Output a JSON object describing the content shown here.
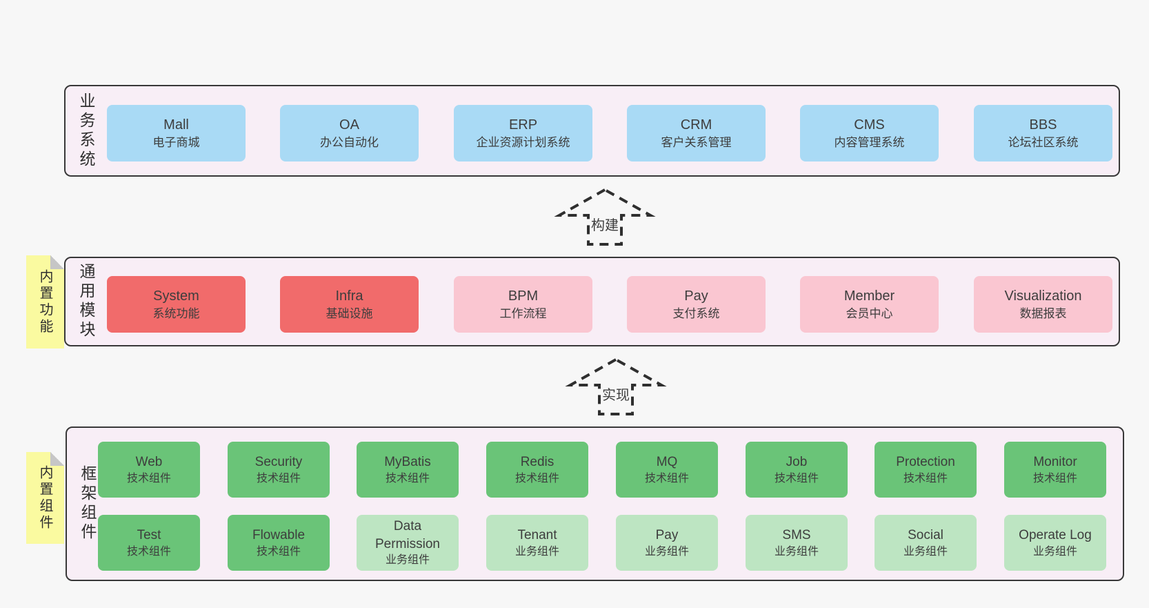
{
  "palette": {
    "page_bg": "#f7f7f7",
    "panel_bg": "#f8eef6",
    "panel_border": "#383838",
    "blue": "#a9daf5",
    "red": "#f16b6b",
    "pink": "#fac6d1",
    "green": "#6ac478",
    "green_light": "#bde5c2",
    "sticky_yellow": "#fafaa0",
    "sticky_fold_gray": "#c6c6c6",
    "text": "#3d3d3d"
  },
  "arrows": [
    {
      "label": "构建"
    },
    {
      "label": "实现"
    }
  ],
  "sections": {
    "business": {
      "label": "业务系统",
      "boxes": [
        {
          "en": "Mall",
          "cn": "电子商城",
          "variant": "blue"
        },
        {
          "en": "OA",
          "cn": "办公自动化",
          "variant": "blue"
        },
        {
          "en": "ERP",
          "cn": "企业资源计划系统",
          "variant": "blue"
        },
        {
          "en": "CRM",
          "cn": "客户关系管理",
          "variant": "blue"
        },
        {
          "en": "CMS",
          "cn": "内容管理系统",
          "variant": "blue"
        },
        {
          "en": "BBS",
          "cn": "论坛社区系统",
          "variant": "blue"
        }
      ]
    },
    "modules": {
      "label": "通用模块",
      "sticky": "内置功能",
      "boxes": [
        {
          "en": "System",
          "cn": "系统功能",
          "variant": "red"
        },
        {
          "en": "Infra",
          "cn": "基础设施",
          "variant": "red"
        },
        {
          "en": "BPM",
          "cn": "工作流程",
          "variant": "pink"
        },
        {
          "en": "Pay",
          "cn": "支付系统",
          "variant": "pink"
        },
        {
          "en": "Member",
          "cn": "会员中心",
          "variant": "pink"
        },
        {
          "en": "Visualization",
          "cn": "数据报表",
          "variant": "pink"
        }
      ]
    },
    "components": {
      "label": "框架组件",
      "sticky": "内置组件",
      "row1": [
        {
          "en": "Web",
          "cn": "技术组件",
          "variant": "green"
        },
        {
          "en": "Security",
          "cn": "技术组件",
          "variant": "green"
        },
        {
          "en": "MyBatis",
          "cn": "技术组件",
          "variant": "green"
        },
        {
          "en": "Redis",
          "cn": "技术组件",
          "variant": "green"
        },
        {
          "en": "MQ",
          "cn": "技术组件",
          "variant": "green"
        },
        {
          "en": "Job",
          "cn": "技术组件",
          "variant": "green"
        },
        {
          "en": "Protection",
          "cn": "技术组件",
          "variant": "green"
        },
        {
          "en": "Monitor",
          "cn": "技术组件",
          "variant": "green"
        }
      ],
      "row2": [
        {
          "en": "Test",
          "cn": "技术组件",
          "variant": "green"
        },
        {
          "en": "Flowable",
          "cn": "技术组件",
          "variant": "green"
        },
        {
          "en": "Data Permission",
          "cn": "业务组件",
          "variant": "green-light"
        },
        {
          "en": "Tenant",
          "cn": "业务组件",
          "variant": "green-light"
        },
        {
          "en": "Pay",
          "cn": "业务组件",
          "variant": "green-light"
        },
        {
          "en": "SMS",
          "cn": "业务组件",
          "variant": "green-light"
        },
        {
          "en": "Social",
          "cn": "业务组件",
          "variant": "green-light"
        },
        {
          "en": "Operate Log",
          "cn": "业务组件",
          "variant": "green-light"
        }
      ]
    }
  }
}
